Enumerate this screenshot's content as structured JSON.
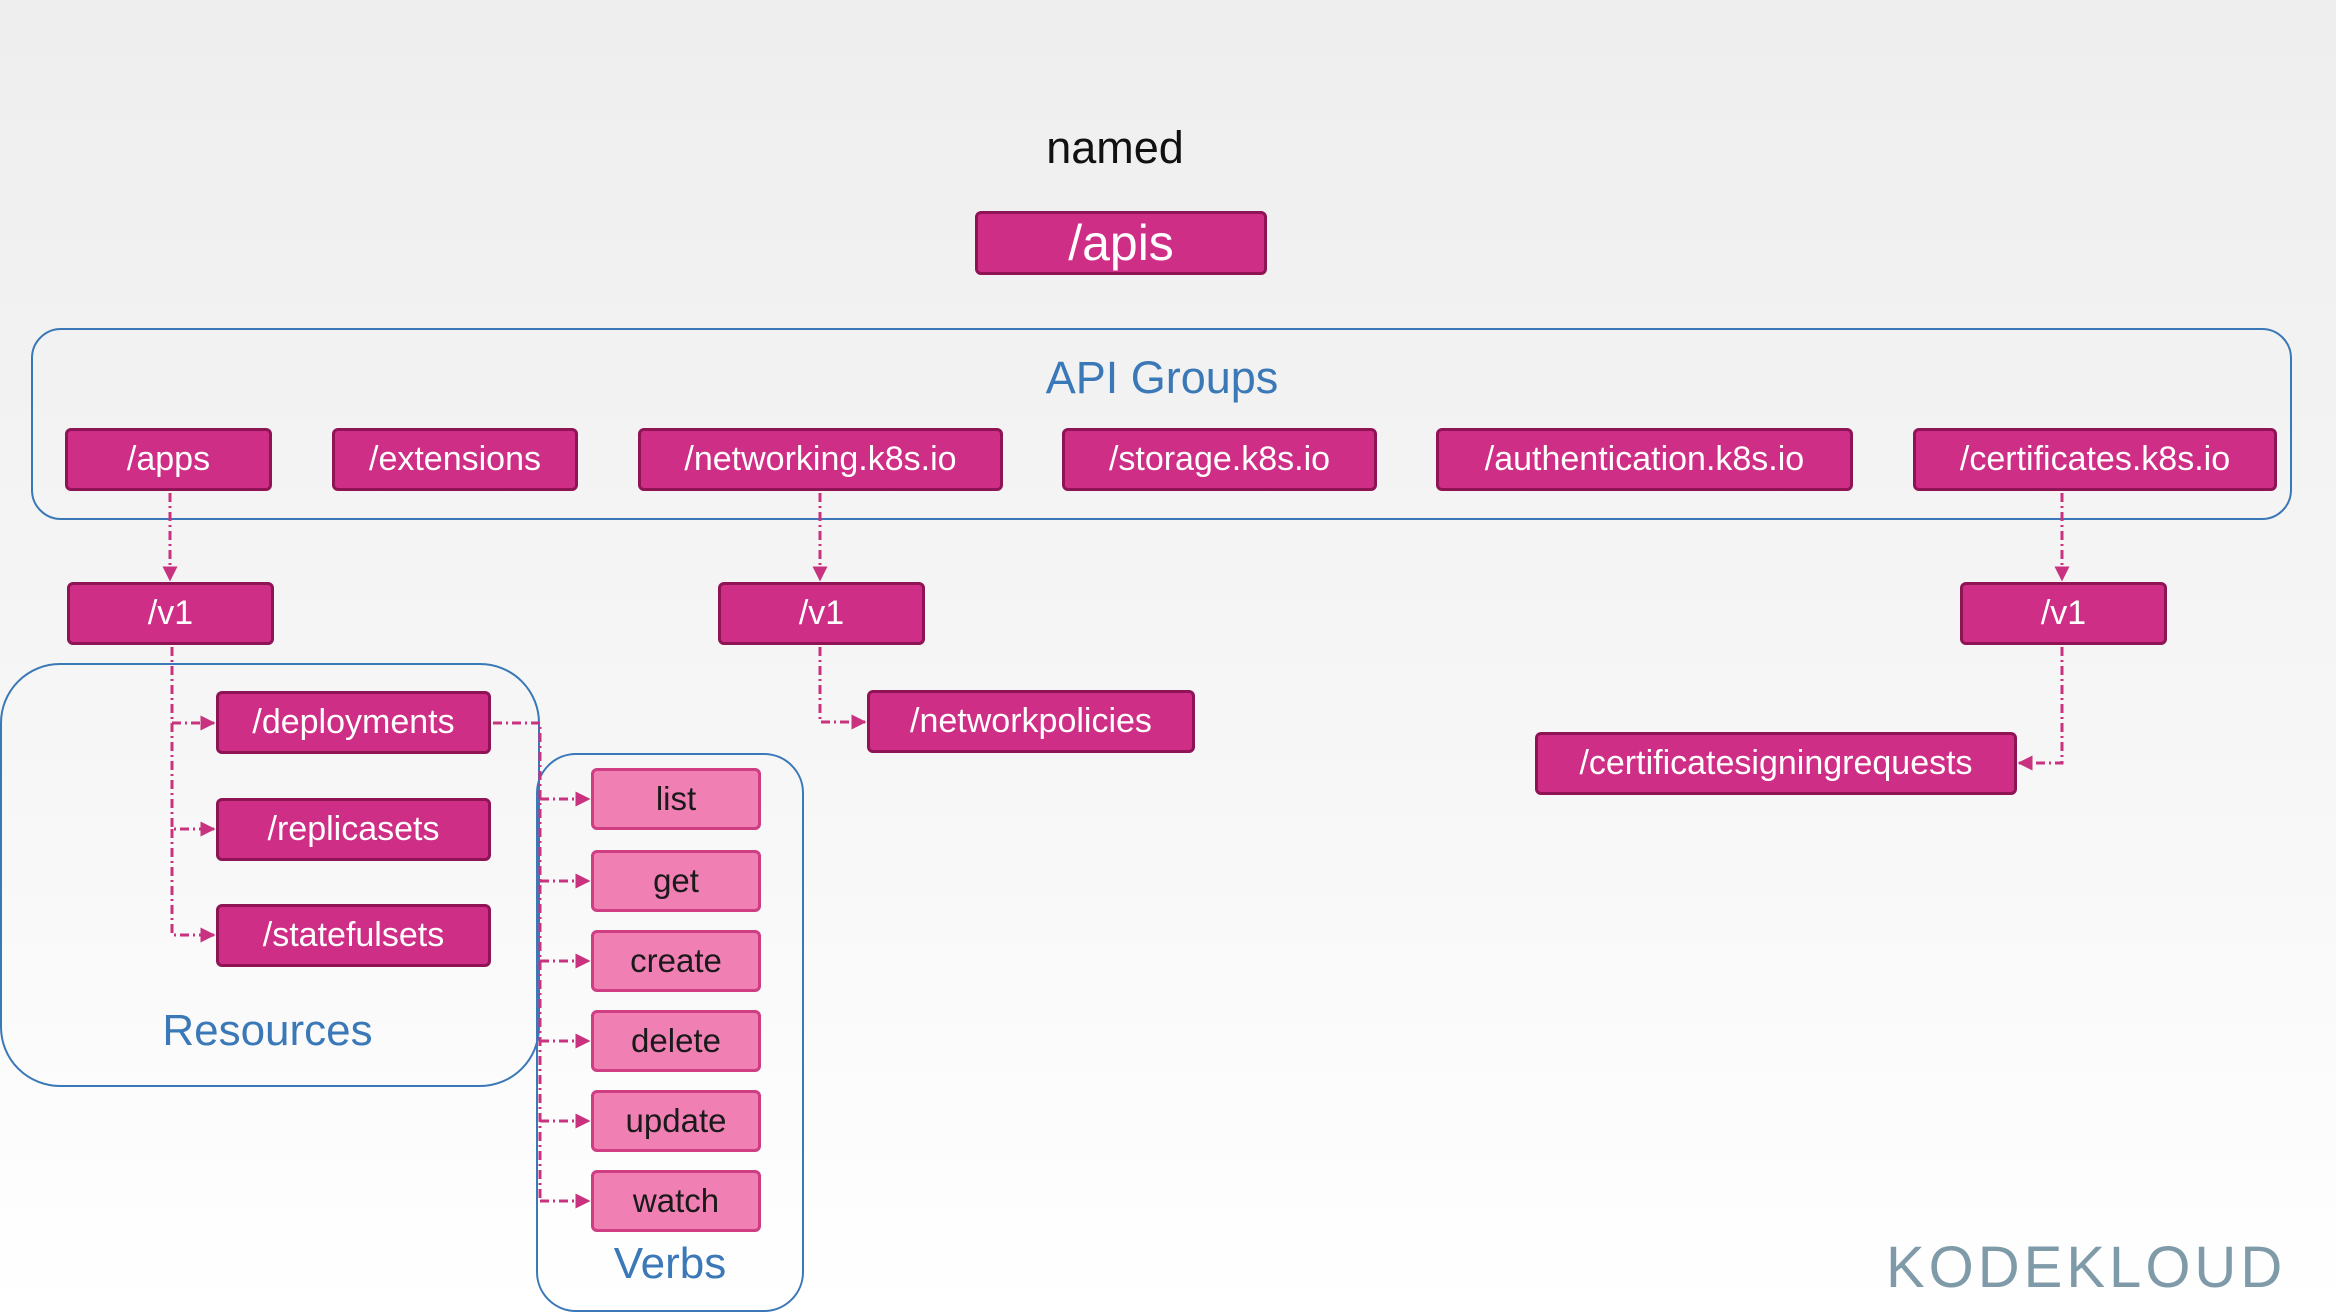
{
  "title": "named",
  "root": "/apis",
  "api_groups": {
    "label": "API Groups",
    "items": [
      "/apps",
      "/extensions",
      "/networking.k8s.io",
      "/storage.k8s.io",
      "/authentication.k8s.io",
      "/certificates.k8s.io"
    ]
  },
  "versions": [
    "/v1",
    "/v1",
    "/v1"
  ],
  "resources": {
    "label": "Resources",
    "items": [
      "/deployments",
      "/replicasets",
      "/statefulsets"
    ]
  },
  "networking_resource": "/networkpolicies",
  "certificates_resource": "/certificatesigningrequests",
  "verbs": {
    "label": "Verbs",
    "items": [
      "list",
      "get",
      "create",
      "delete",
      "update",
      "watch"
    ]
  },
  "logo": "KODEKLOUD",
  "colors": {
    "node_fill": "#cf2e86",
    "verb_fill": "#f07fb4",
    "group_border": "#3a78b8",
    "connector": "#c8327f"
  }
}
